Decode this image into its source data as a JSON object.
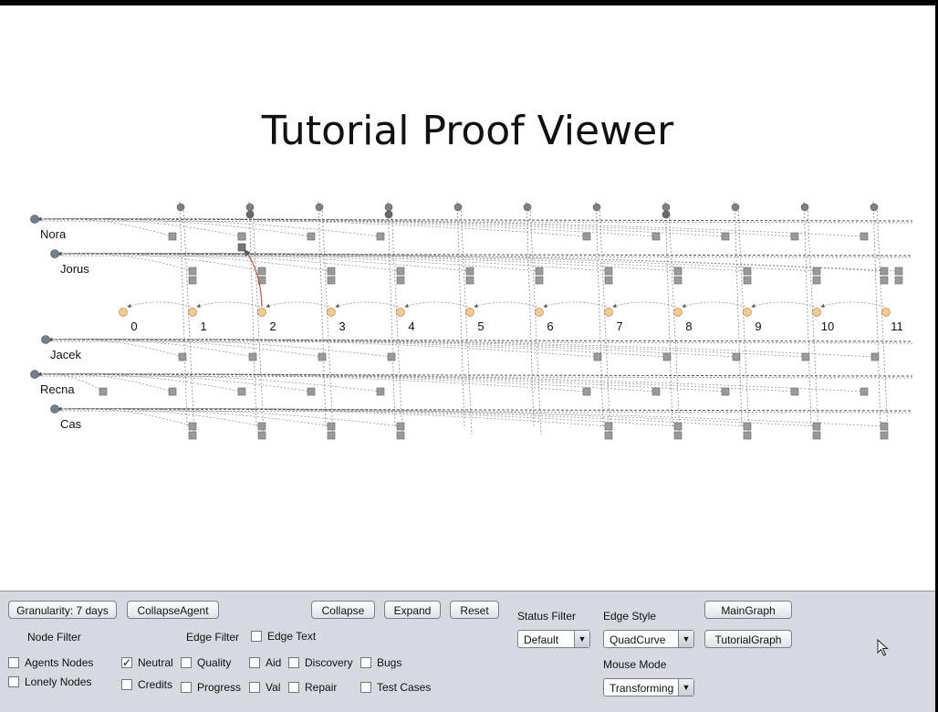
{
  "title": "Tutorial Proof Viewer",
  "agents": [
    "Nora",
    "Jorus",
    "Jacek",
    "Recna",
    "Cas"
  ],
  "time_steps": [
    "0",
    "1",
    "2",
    "3",
    "4",
    "5",
    "6",
    "7",
    "8",
    "9",
    "10",
    "11"
  ],
  "colors": {
    "agent_node": "#6f7f98",
    "time_node": "#f7c98c",
    "event_node": "#9a9a9a",
    "top_node": "#808080",
    "edge": "#8a8a8a",
    "highlight_edge": "#d2503a",
    "panel_bg": "#d6d9df"
  },
  "controls": {
    "granularity_button": "Granularity: 7 days",
    "collapse_agent_button": "CollapseAgent",
    "collapse_button": "Collapse",
    "expand_button": "Expand",
    "reset_button": "Reset",
    "status_filter_label": "Status Filter",
    "status_filter_value": "Default",
    "edge_style_label": "Edge Style",
    "edge_style_value": "QuadCurve",
    "main_graph_button": "MainGraph",
    "tutorial_graph_button": "TutorialGraph",
    "mouse_mode_label": "Mouse Mode",
    "mouse_mode_value": "Transforming",
    "node_filter_label": "Node Filter",
    "edge_filter_label": "Edge Filter",
    "checkboxes": {
      "edge_text": {
        "label": "Edge Text",
        "checked": false
      },
      "agents_nodes": {
        "label": "Agents Nodes",
        "checked": false
      },
      "lonely_nodes": {
        "label": "Lonely Nodes",
        "checked": false
      },
      "neutral": {
        "label": "Neutral",
        "checked": true
      },
      "credits": {
        "label": "Credits",
        "checked": false
      },
      "quality": {
        "label": "Quality",
        "checked": false
      },
      "progress": {
        "label": "Progress",
        "checked": false
      },
      "aid": {
        "label": "Aid",
        "checked": false
      },
      "val": {
        "label": "Val",
        "checked": false
      },
      "discovery": {
        "label": "Discovery",
        "checked": false
      },
      "repair": {
        "label": "Repair",
        "checked": false
      },
      "bugs": {
        "label": "Bugs",
        "checked": false
      },
      "test_cases": {
        "label": "Test Cases",
        "checked": false
      }
    }
  }
}
